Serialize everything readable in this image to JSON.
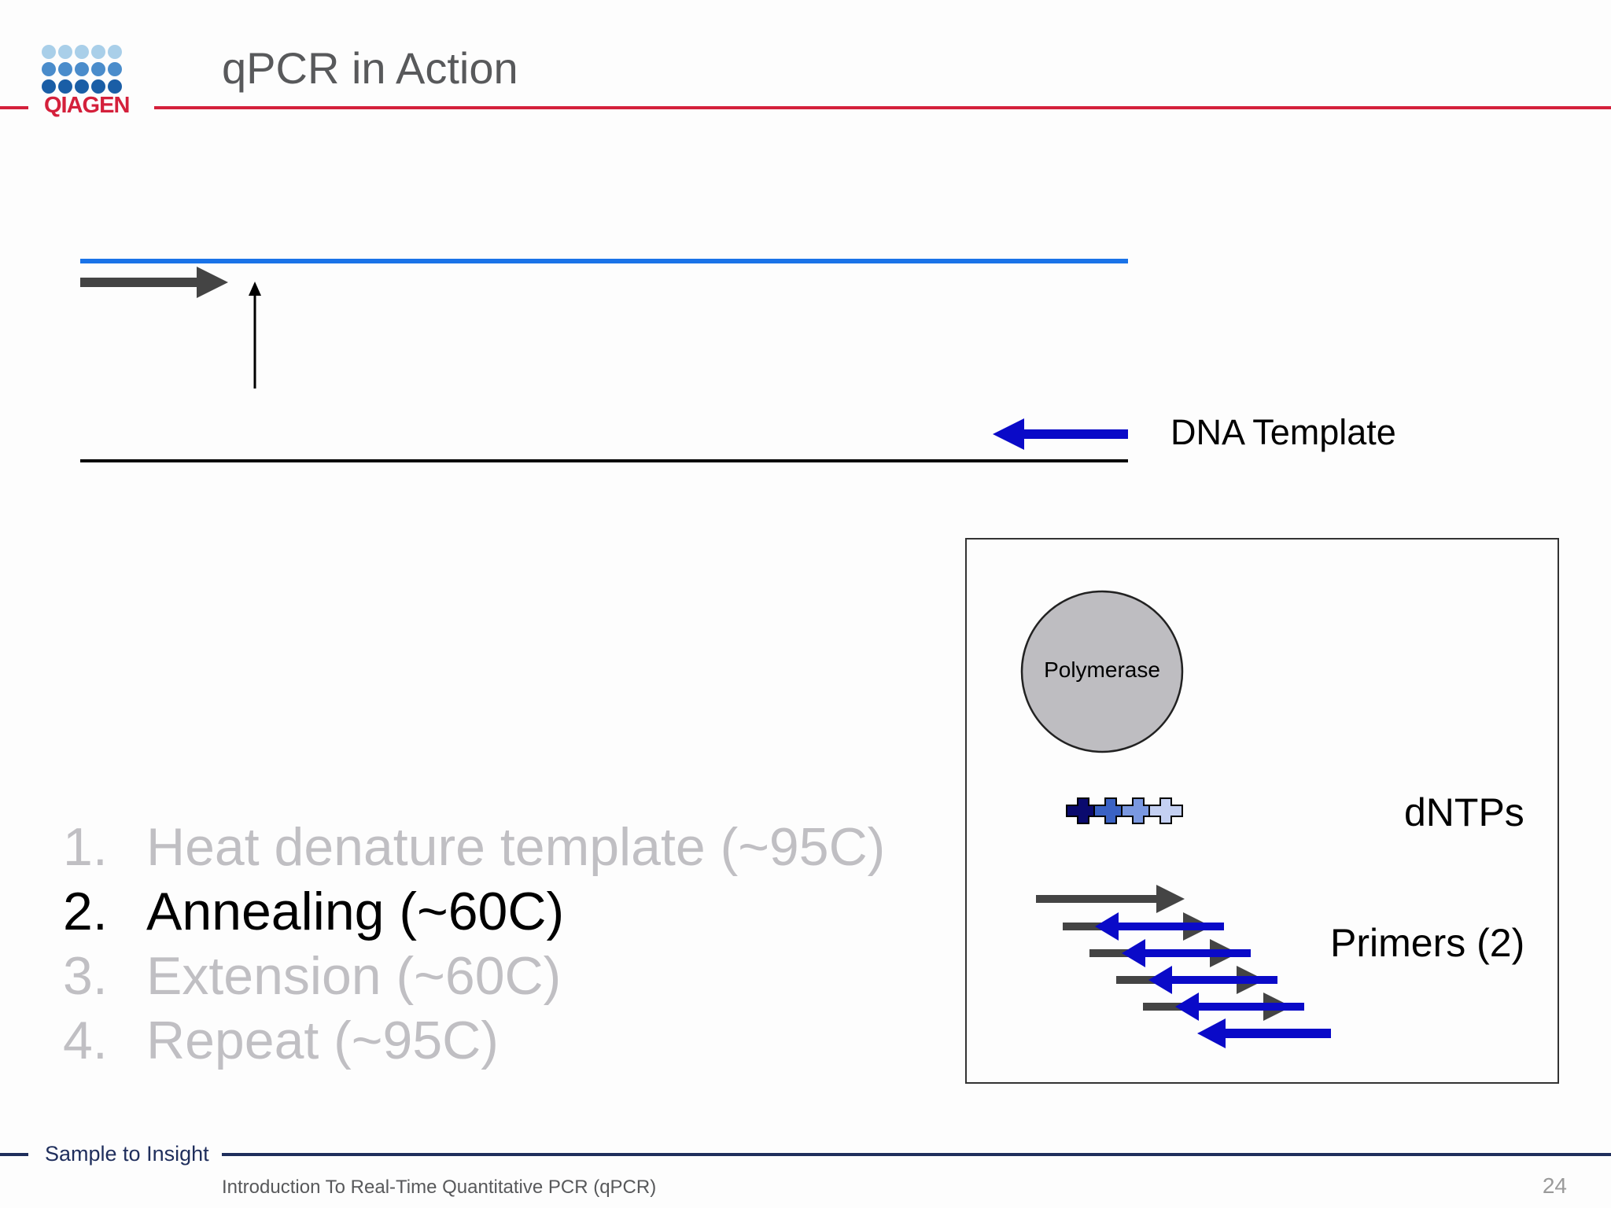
{
  "header": {
    "logo_text": "QIAGEN",
    "title": "qPCR in Action"
  },
  "diagram": {
    "template_label": "DNA Template"
  },
  "steps": [
    {
      "num": "1.",
      "label": "Heat denature template (~95C)",
      "active": false
    },
    {
      "num": "2.",
      "label": "Annealing (~60C)",
      "active": true
    },
    {
      "num": "3.",
      "label": "Extension (~60C)",
      "active": false
    },
    {
      "num": "4.",
      "label": "Repeat (~95C)",
      "active": false
    }
  ],
  "legend": {
    "polymerase_label": "Polymerase",
    "dntps_label": "dNTPs",
    "primers_label": "Primers (2)"
  },
  "footer": {
    "tagline": "Sample to Insight",
    "presentation_title": "Introduction To Real-Time Quantitative PCR (qPCR)",
    "page_number": "24"
  },
  "colors": {
    "brand_red": "#d4203b",
    "brand_navy": "#1f2e5c",
    "upper_strand": "#1a73e8",
    "reverse_primer": "#0a0ac8",
    "forward_primer": "#444444"
  }
}
